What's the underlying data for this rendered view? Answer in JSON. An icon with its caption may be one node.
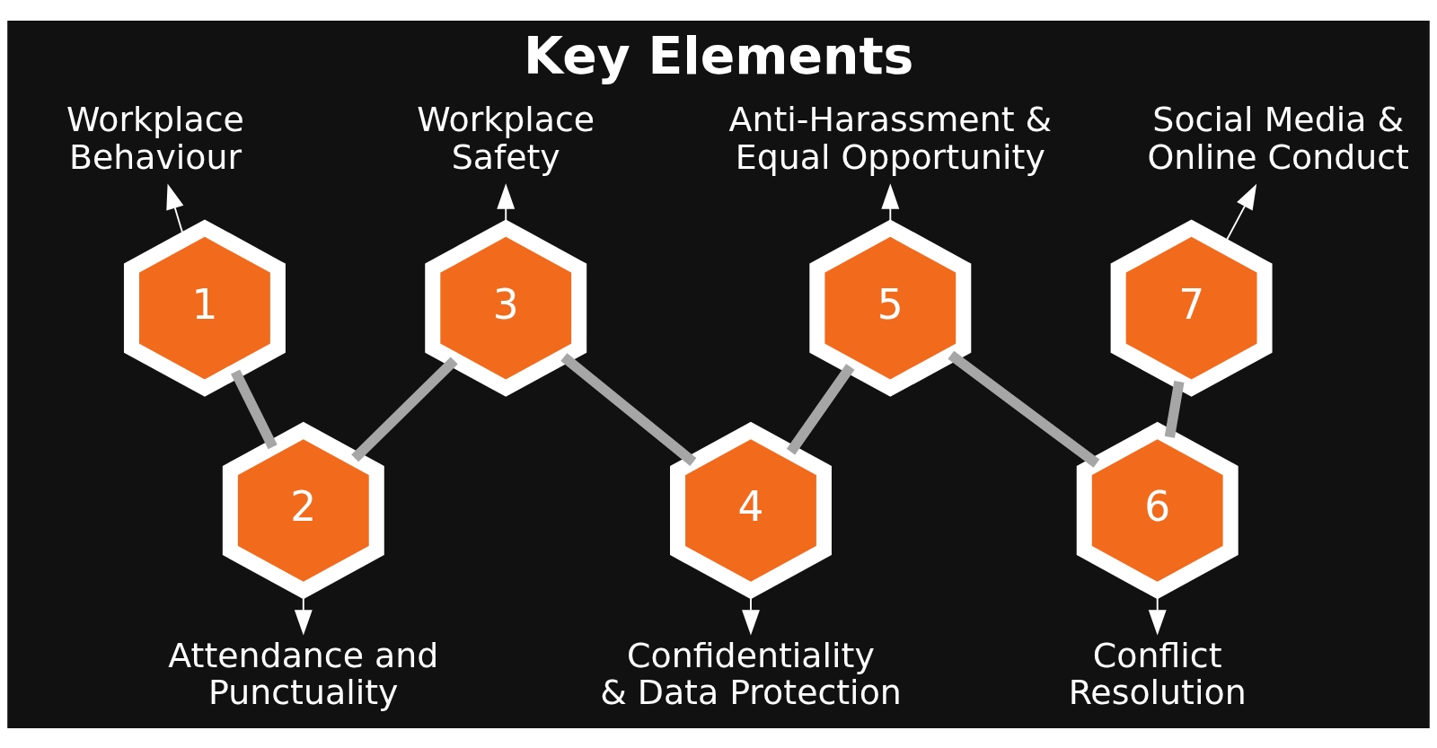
{
  "diagram": {
    "title": "Key Elements",
    "nodes": [
      {
        "text": [
          "1"
        ]
      },
      {
        "text": [
          "2"
        ]
      },
      {
        "text": [
          "3"
        ]
      },
      {
        "text": [
          "4"
        ]
      },
      {
        "text": [
          "5"
        ]
      },
      {
        "text": [
          "6"
        ]
      },
      {
        "text": [
          "7"
        ]
      },
      {
        "text": [
          "Workplace Behaviour"
        ]
      },
      {
        "text": [
          "Attendance and Punctuality"
        ]
      },
      {
        "text": [
          "Workplace Safety"
        ]
      },
      {
        "text": [
          "Confidentiality & Data Protection"
        ]
      },
      {
        "text": [
          "Anti-Harassment & Equal Opportunity"
        ]
      },
      {
        "text": [
          "Conflict Resolution"
        ]
      },
      {
        "text": [
          "Social Media & Online Conduct"
        ]
      }
    ],
    "edges": [
      {
        "from": 0,
        "to": 1,
        "arrow": "none",
        "style": "thick",
        "color": "#a6a6a6"
      },
      {
        "from": 1,
        "to": 2,
        "arrow": "none",
        "style": "thick",
        "color": "#a6a6a6"
      },
      {
        "from": 2,
        "to": 3,
        "arrow": "none",
        "style": "thick",
        "color": "#a6a6a6"
      },
      {
        "from": 3,
        "to": 4,
        "arrow": "none",
        "style": "thick",
        "color": "#a6a6a6"
      },
      {
        "from": 4,
        "to": 5,
        "arrow": "none",
        "style": "thick",
        "color": "#a6a6a6"
      },
      {
        "from": 5,
        "to": 6,
        "arrow": "none",
        "style": "thick",
        "color": "#a6a6a6"
      },
      {
        "from": 0,
        "to": 7,
        "arrow": "to"
      },
      {
        "from": 1,
        "to": 8,
        "arrow": "to"
      },
      {
        "from": 2,
        "to": 9,
        "arrow": "to"
      },
      {
        "from": 3,
        "to": 10,
        "arrow": "to"
      },
      {
        "from": 4,
        "to": 11,
        "arrow": "to"
      },
      {
        "from": 5,
        "to": 12,
        "arrow": "to"
      },
      {
        "from": 6,
        "to": 13,
        "arrow": "to"
      }
    ]
  }
}
